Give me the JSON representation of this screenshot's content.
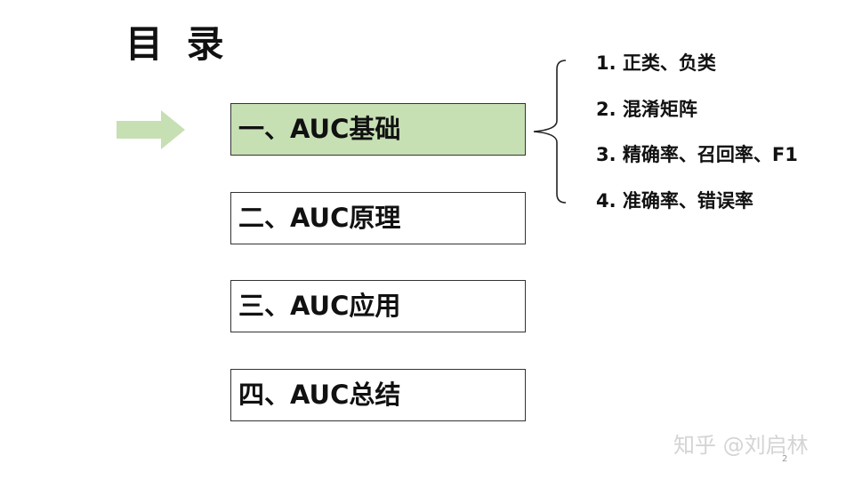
{
  "slide": {
    "title": "目 录",
    "accent_color": "#c6e0b4",
    "arrow_color": "#c6e0b4"
  },
  "toc": {
    "items": [
      {
        "label": "一、AUC基础",
        "active": true
      },
      {
        "label": "二、AUC原理",
        "active": false
      },
      {
        "label": "三、AUC应用",
        "active": false
      },
      {
        "label": "四、AUC总结",
        "active": false
      }
    ]
  },
  "subtopics": {
    "items": [
      {
        "label": "1. 正类、负类"
      },
      {
        "label": "2. 混淆矩阵"
      },
      {
        "label": "3. 精确率、召回率、F1"
      },
      {
        "label": "4. 准确率、错误率"
      }
    ]
  },
  "footer": {
    "watermark": "知乎 @刘启林",
    "page_number": "2"
  },
  "icons": {
    "arrow": "right-arrow-icon",
    "brace": "left-brace-icon"
  }
}
